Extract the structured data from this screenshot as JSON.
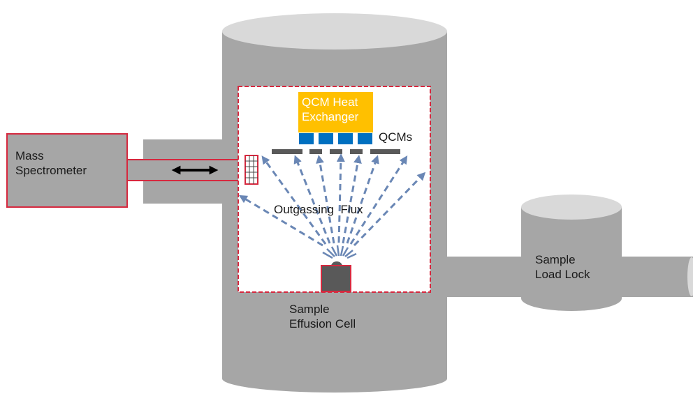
{
  "labels": {
    "mass_spectrometer": [
      "Mass",
      "Spectrometer"
    ],
    "qcm_heat_exchanger": [
      "QCM Heat",
      "Exchanger"
    ],
    "qcms": "QCMs",
    "outgassing_flux": "Outgassing  Flux",
    "sample_effusion_cell": [
      "Sample",
      "Effusion Cell"
    ],
    "sample_load_lock": [
      "Sample",
      "Load Lock"
    ]
  },
  "colors": {
    "chamber_gray": "#a6a6a6",
    "chamber_top": "#d9d9d9",
    "outline_red": "#d6283e",
    "heat_exchanger": "#ffc000",
    "qcm_blue": "#0070c0",
    "qcm_bar": "#595959",
    "flux_arrow": "#6a87b5",
    "cell_dark": "#595959"
  }
}
